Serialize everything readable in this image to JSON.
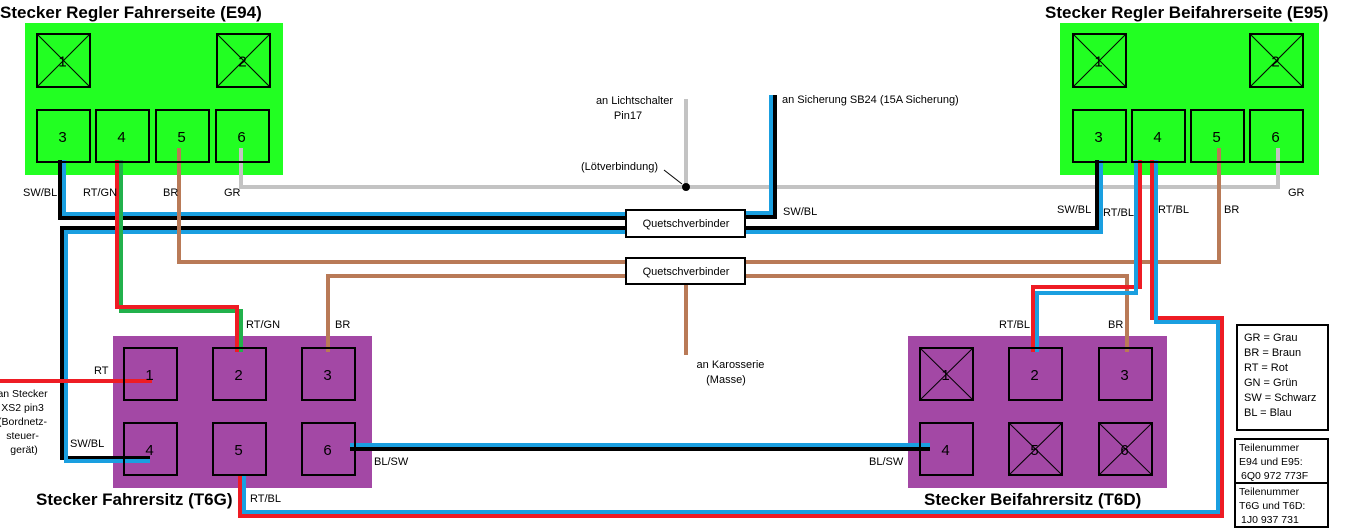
{
  "connectors": {
    "e94": {
      "title": "Stecker Regler Fahrerseite (E94)",
      "pins": [
        "1",
        "2",
        "3",
        "4",
        "5",
        "6"
      ]
    },
    "e95": {
      "title": "Stecker Regler Beifahrerseite (E95)",
      "pins": [
        "1",
        "2",
        "3",
        "4",
        "5",
        "6"
      ]
    },
    "t6g": {
      "title": "Stecker Fahrersitz (T6G)",
      "pins": [
        "1",
        "2",
        "3",
        "4",
        "5",
        "6"
      ]
    },
    "t6d": {
      "title": "Stecker Beifahrersitz (T6D)",
      "pins": [
        "1",
        "2",
        "3",
        "4",
        "5",
        "6"
      ]
    }
  },
  "wire_labels": {
    "e94_sw_bl": "SW/BL",
    "e94_rt_gn": "RT/GN",
    "e94_br": "BR",
    "e94_gr": "GR",
    "e95_sw_bl": "SW/BL",
    "e95_rt_bl_a": "RT/BL",
    "e95_rt_bl_b": "RT/BL",
    "e95_br": "BR",
    "e95_gr": "GR",
    "fuse_sw_bl": "SW/BL",
    "t6g_rt_gn": "RT/GN",
    "t6g_br": "BR",
    "t6g_rt": "RT",
    "t6g_sw_bl": "SW/BL",
    "t6g_bl_sw": "BL/SW",
    "t6g_rt_bl": "RT/BL",
    "t6d_rt_bl": "RT/BL",
    "t6d_br": "BR",
    "t6d_bl_sw": "BL/SW"
  },
  "annotations": {
    "light_switch": [
      "an Lichtschalter",
      "Pin17"
    ],
    "fuse": "an Sicherung SB24 (15A Sicherung)",
    "solder": "(Lötverbindung)",
    "crimp_top": "Quetschverbinder",
    "crimp_bottom": "Quetschverbinder",
    "ground": [
      "an Karosserie",
      "(Masse)"
    ],
    "xs2": [
      "an Stecker",
      "XS2 pin3",
      "(Bordnetz-",
      "steuer-",
      "gerät)"
    ]
  },
  "legend": [
    "GR = Grau",
    "BR = Braun",
    "RT = Rot",
    "GN = Grün",
    "SW = Schwarz",
    "BL = Blau"
  ],
  "parts": {
    "regler": [
      "Teilenummer",
      "E94 und E95:",
      "6Q0  972 773F"
    ],
    "sitz": [
      "Teilenummer",
      "T6G und T6D:",
      "1J0 937 731"
    ]
  },
  "colors": {
    "connector_green": "#22ff22",
    "connector_purple": "#a348a5",
    "wire_black": "#000000",
    "wire_blue": "#1a9fe0",
    "wire_red": "#ee1c24",
    "wire_green": "#22b14c",
    "wire_brown": "#b97a57",
    "wire_grey": "#c3c3c3"
  }
}
